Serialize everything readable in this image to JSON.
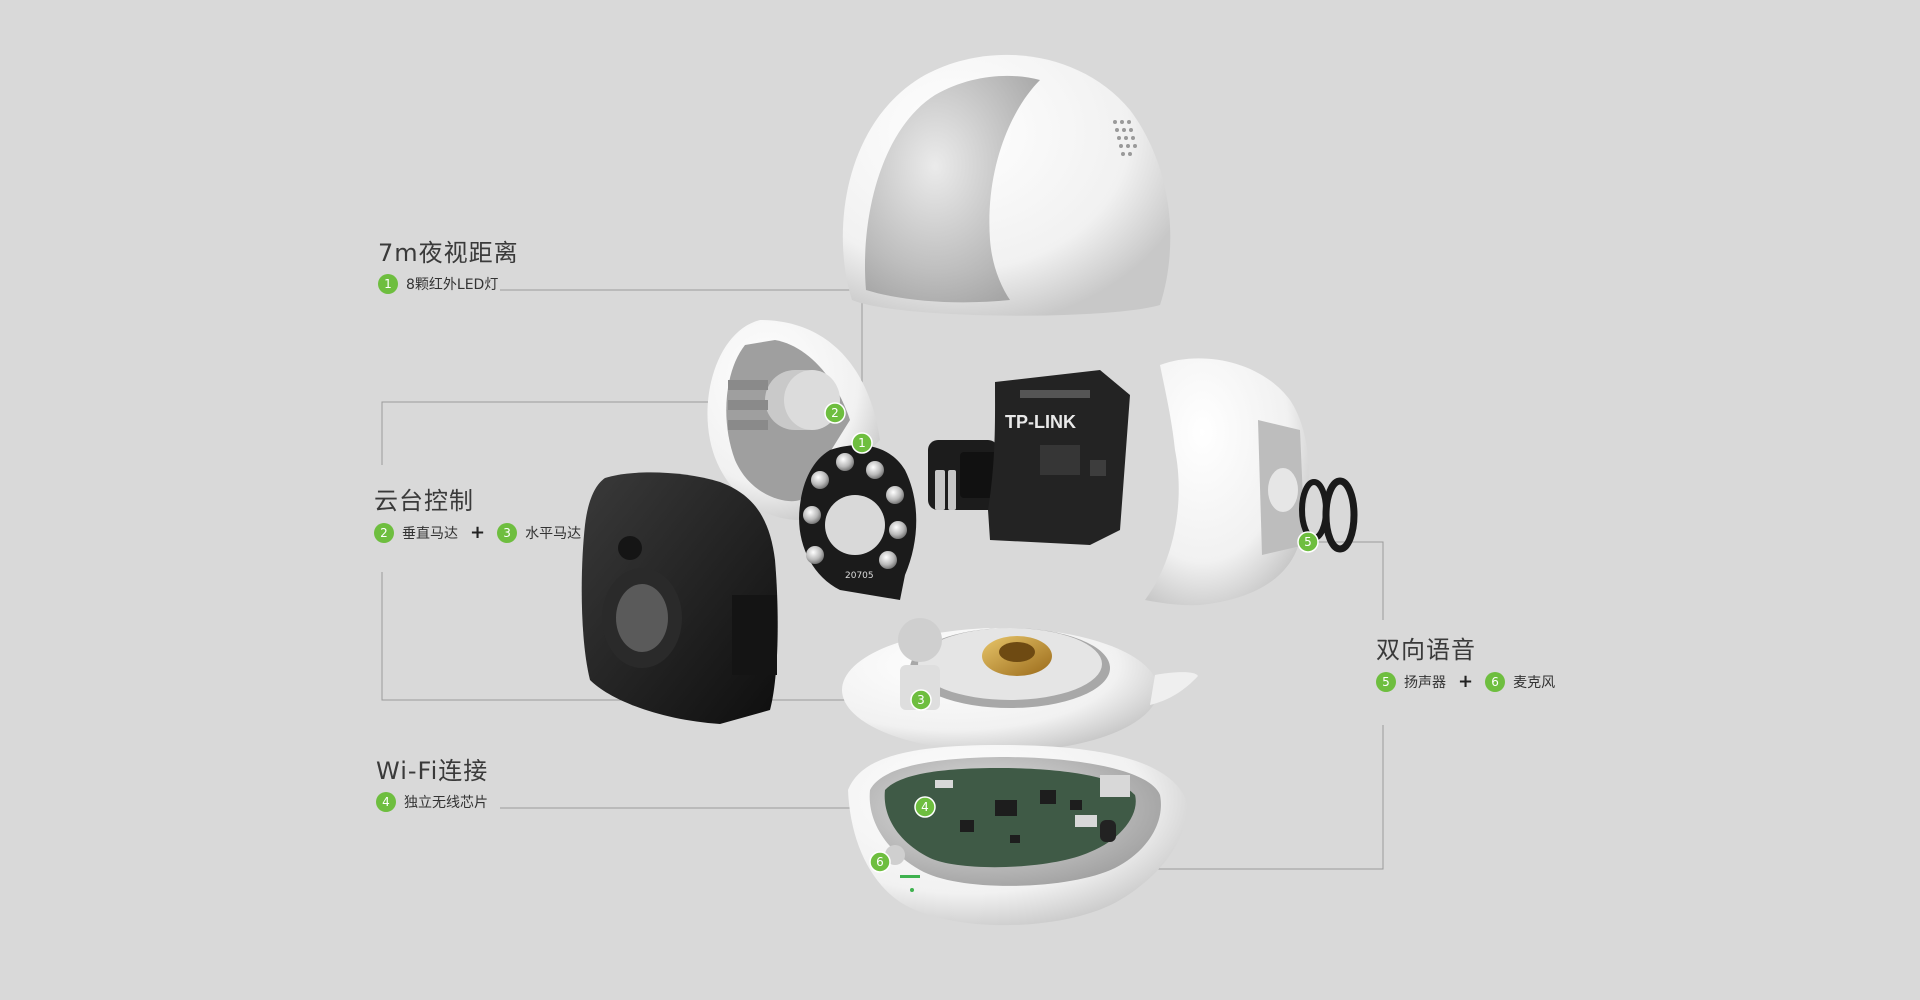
{
  "features": {
    "night": {
      "title": "7m夜视距离",
      "items": [
        {
          "num": "1",
          "label": "8颗红外LED灯"
        }
      ]
    },
    "ptz": {
      "title": "云台控制",
      "items": [
        {
          "num": "2",
          "label": "垂直马达"
        },
        {
          "num": "3",
          "label": "水平马达"
        }
      ]
    },
    "wifi": {
      "title": "Wi-Fi连接",
      "items": [
        {
          "num": "4",
          "label": "独立无线芯片"
        }
      ]
    },
    "voice": {
      "title": "双向语音",
      "items": [
        {
          "num": "5",
          "label": "扬声器"
        },
        {
          "num": "6",
          "label": "麦克风"
        }
      ]
    },
    "plus": "+"
  },
  "device": {
    "brand_text": "TP-LINK",
    "board_code": "20705"
  },
  "markers": [
    "1",
    "2",
    "3",
    "4",
    "5",
    "6"
  ],
  "colors": {
    "background": "#d9d9d9",
    "accent": "#6ebe3f",
    "leader_line": "#9a9a9a",
    "shell": "#ffffff",
    "body_black": "#1f1f1f",
    "pcb": "#3f5a46"
  }
}
